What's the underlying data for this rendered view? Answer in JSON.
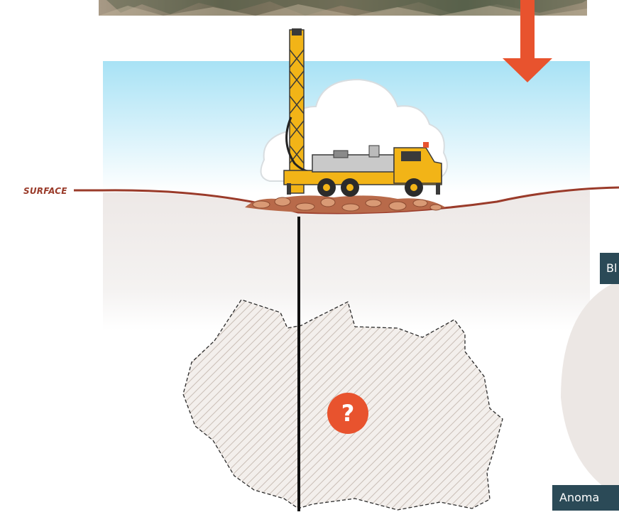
{
  "labels": {
    "surface": "SURFACE",
    "side_tag_top": "Bl",
    "side_tag_bottom": "Anoma",
    "unknown_marker": "?"
  },
  "colors": {
    "sky_top": "#a8e2f5",
    "ground_line": "#9a3b2a",
    "arrow": "#e8532e",
    "marker": "#e8532e",
    "tag_bg": "#2b4a57",
    "rig_yellow": "#f2b417",
    "hatch": "#b8aea8"
  },
  "icons": {
    "drill_rig": "drill-rig-truck-icon",
    "cloud": "cloud-icon",
    "arrow": "down-arrow-icon",
    "unknown": "question-mark-icon"
  }
}
